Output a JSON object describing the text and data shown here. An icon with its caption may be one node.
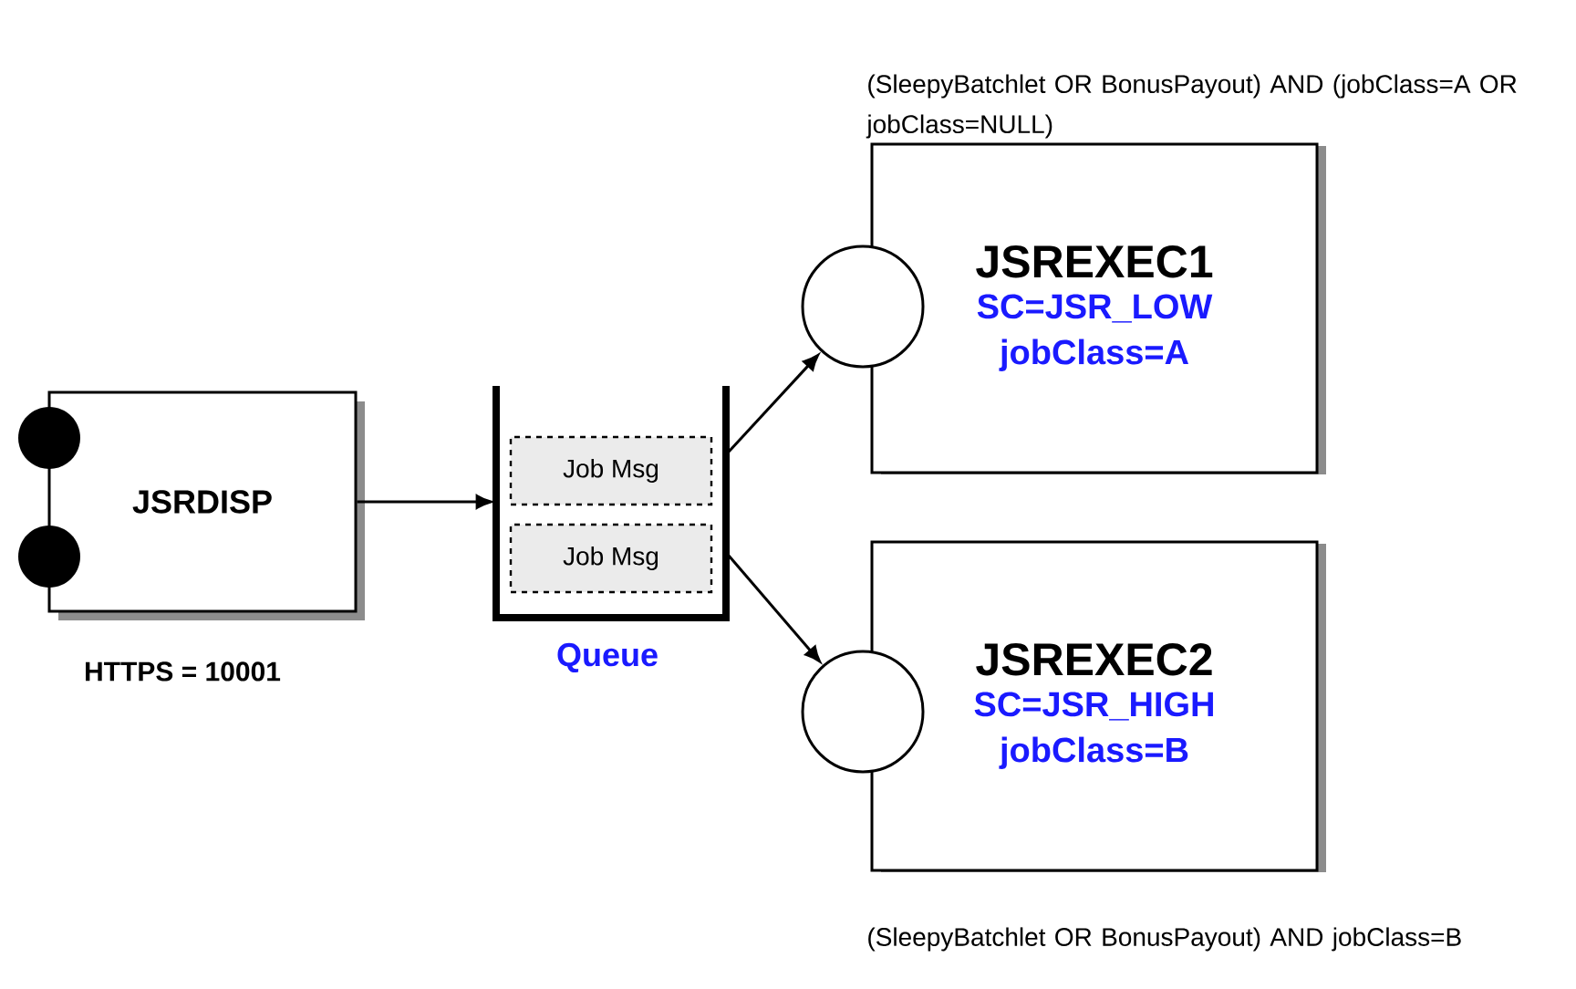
{
  "diagram": {
    "nodes": [
      {
        "text": [
          "JSRDISP"
        ],
        "beside": [
          "HTTPS = 10001"
        ]
      },
      {
        "text": [
          "Queue"
        ]
      },
      {
        "text": [
          "Job Msg"
        ],
        "in": 1
      },
      {
        "text": [
          "Job Msg"
        ],
        "in": 1
      },
      {
        "text": [
          "JSREXEC1",
          "SC=JSR_LOW",
          "jobClass=A"
        ],
        "beside": [
          "(SleepyBatchlet OR BonusPayout) AND (jobClass=A OR jobClass=NULL)"
        ]
      },
      {
        "text": [],
        "shape": "circle"
      },
      {
        "text": [
          "JSREXEC2",
          "SC=JSR_HIGH",
          "jobClass=B"
        ],
        "beside": [
          "(SleepyBatchlet OR BonusPayout) AND jobClass=B"
        ]
      },
      {
        "text": [],
        "shape": "circle"
      }
    ],
    "edges": [
      {
        "from": 0,
        "to": 1,
        "arrow": "to"
      },
      {
        "from": 1,
        "to": 5,
        "arrow": "to"
      },
      {
        "from": 1,
        "to": 7,
        "arrow": "to"
      }
    ]
  }
}
